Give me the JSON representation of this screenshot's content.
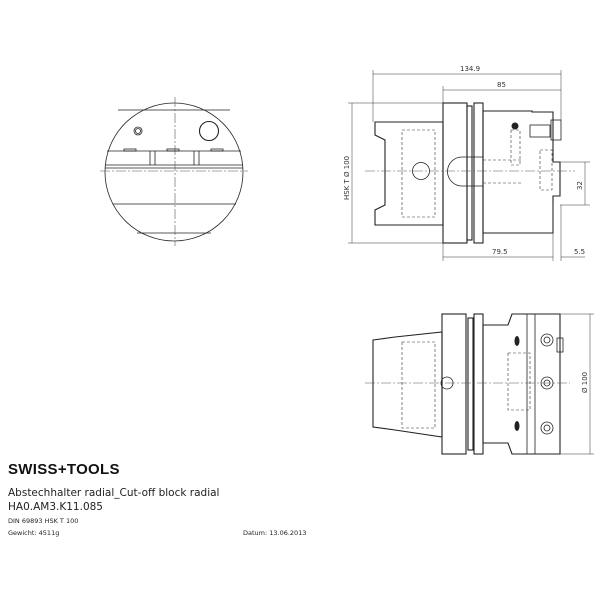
{
  "drawing": {
    "dimensions": {
      "overall_length": "134.9",
      "body_length": "85",
      "hsk_diameter": "HSK T Ø 100",
      "offset": "32",
      "shank_length": "79.5",
      "end_offset": "5.5",
      "body_diameter": "Ø 100"
    }
  },
  "title_block": {
    "logo": "SWISS+TOOLS",
    "description": "Abstechhalter radial_Cut-off block radial",
    "part_number": "HA0.AM3.K11.085",
    "standard": "DIN 69893 HSK T 100",
    "weight": "Gewicht: 4511g",
    "date": "Datum: 13.06.2013"
  }
}
